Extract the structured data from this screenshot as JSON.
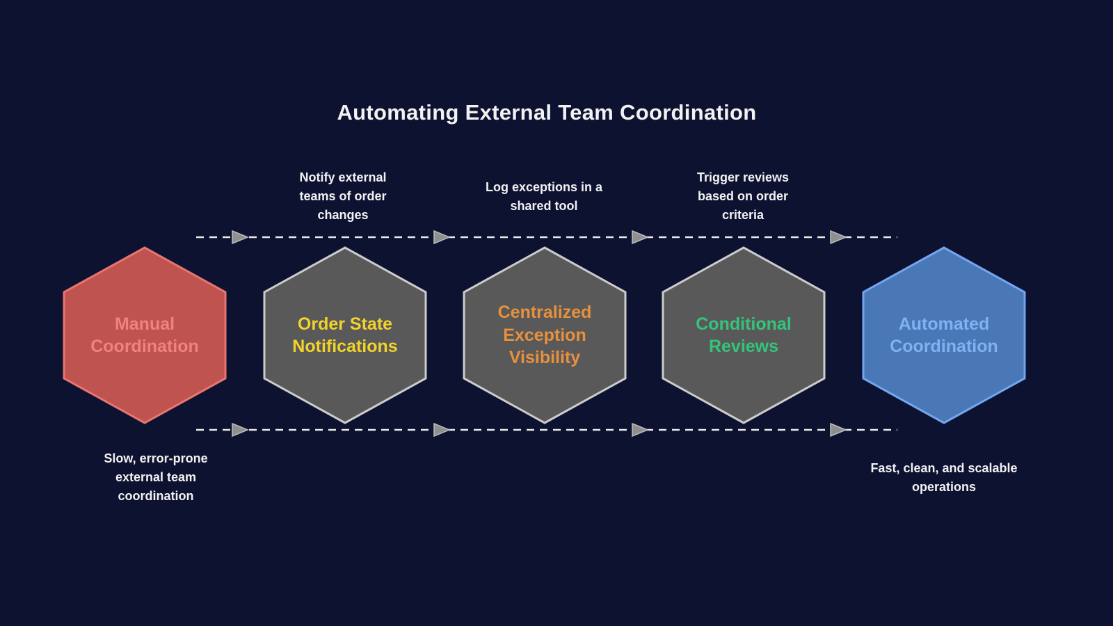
{
  "title": "Automating External Team Coordination",
  "colors": {
    "background": "#0d1230",
    "line": "#e9e9e9",
    "arrow": "#8f8f8f",
    "arrow_outline": "#bdbdbd",
    "text": "#f2f2f3"
  },
  "stages": [
    {
      "label": "Manual Coordination",
      "fill": "#bf5350",
      "border": "#e8756f",
      "text_color": "#f0827d"
    },
    {
      "label": "Order State Notifications",
      "fill": "#595959",
      "border": "#cccccc",
      "text_color": "#f1d32b"
    },
    {
      "label": "Centralized Exception Visibility",
      "fill": "#595959",
      "border": "#cccccc",
      "text_color": "#e8913d"
    },
    {
      "label": "Conditional Reviews",
      "fill": "#595959",
      "border": "#cccccc",
      "text_color": "#34c47c"
    },
    {
      "label": "Automated Coordination",
      "fill": "#4a77b5",
      "border": "#74a6ef",
      "text_color": "#82b1f2"
    }
  ],
  "annotations": {
    "top": [
      {
        "text": "Notify external teams of order changes"
      },
      {
        "text": "Log exceptions in a shared tool"
      },
      {
        "text": "Trigger reviews based on order criteria"
      }
    ],
    "bottom_left": "Slow, error-prone external team coordination",
    "bottom_right": "Fast, clean, and scalable operations"
  }
}
